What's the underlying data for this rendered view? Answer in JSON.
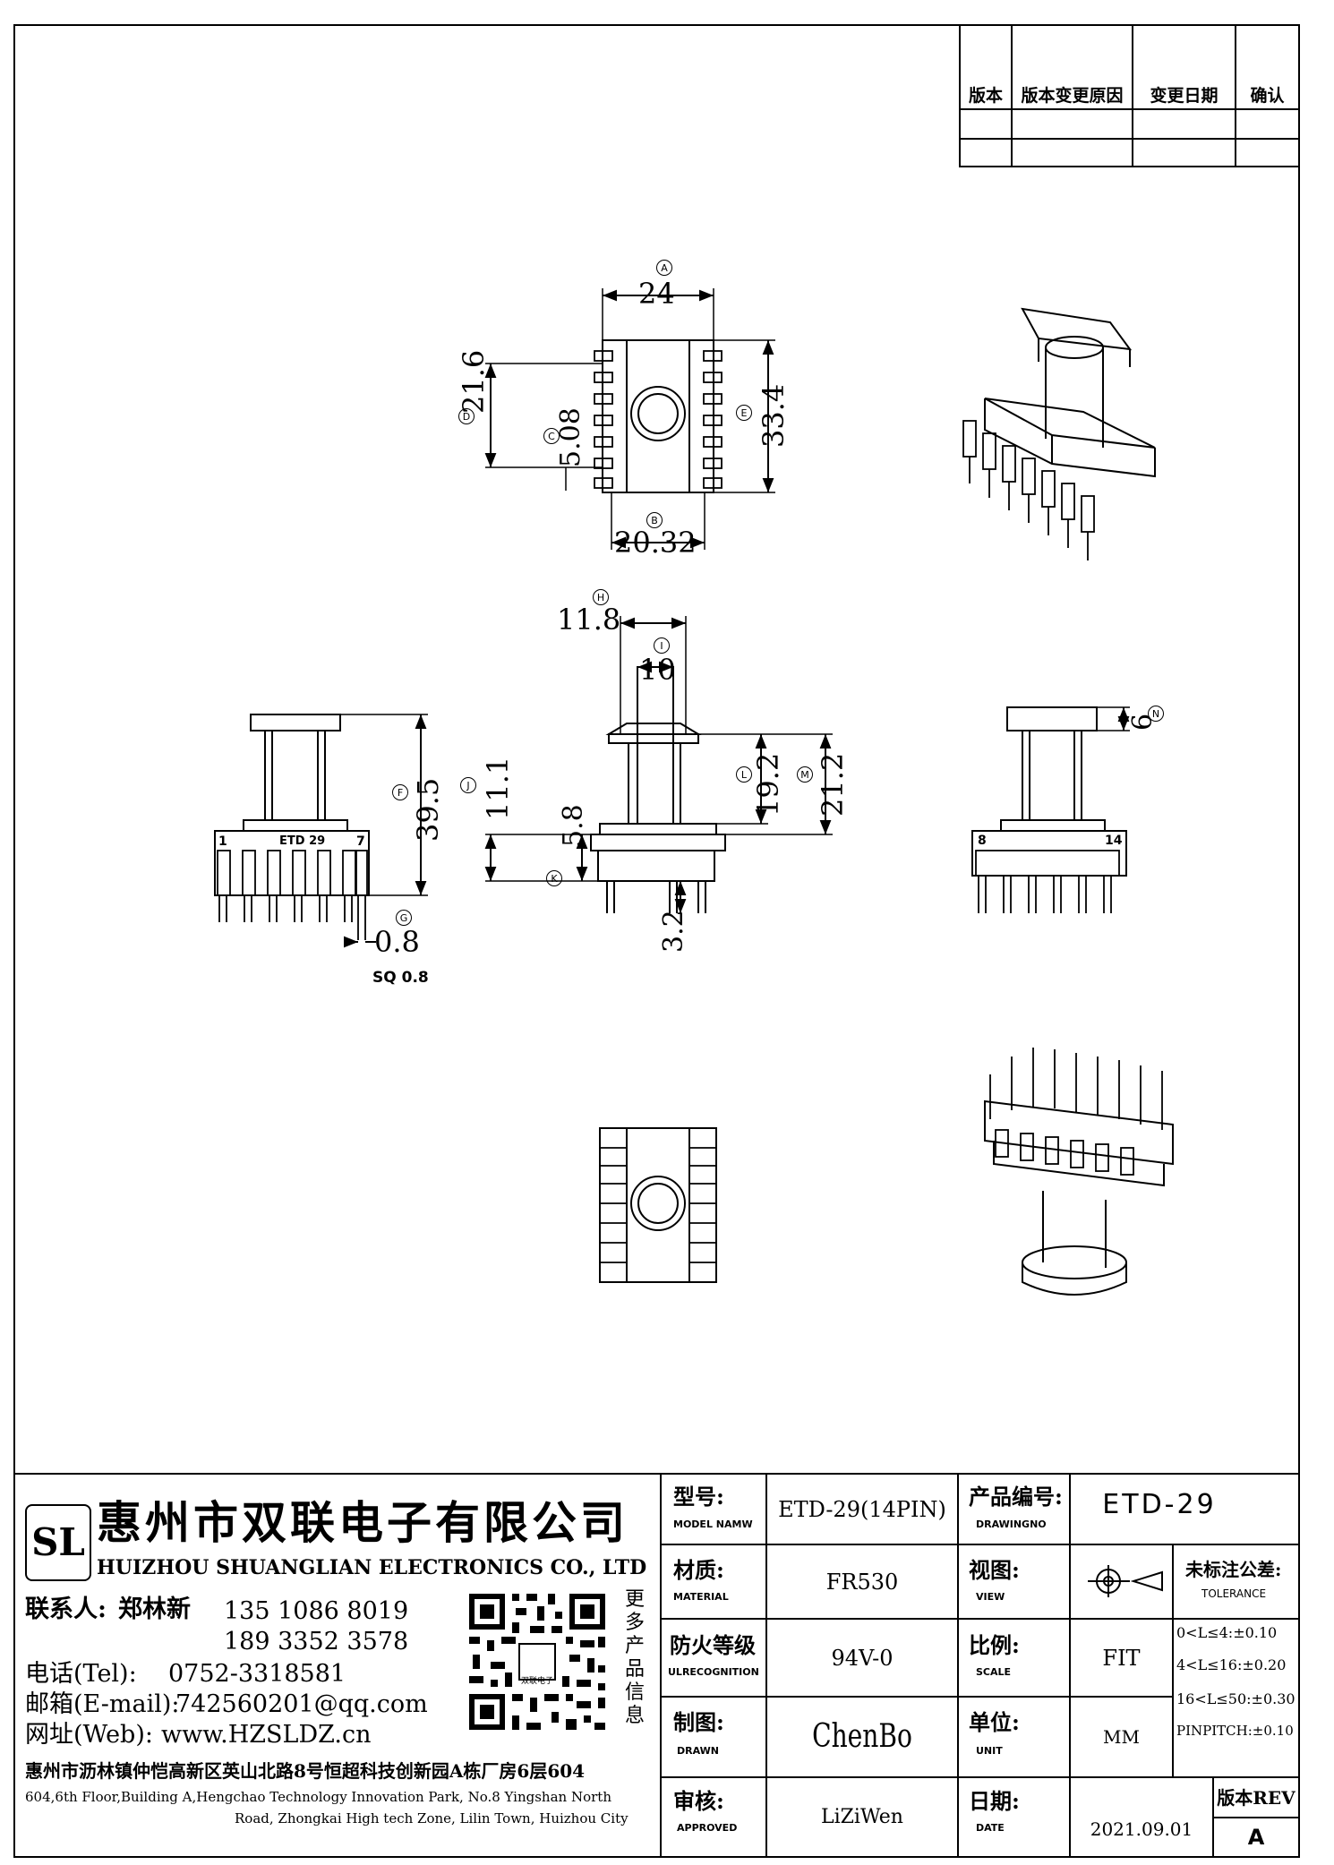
{
  "revision_table": {
    "headers": [
      "版本",
      "版本变更原因",
      "变更日期",
      "确认"
    ]
  },
  "dimensions": {
    "top_width": "24",
    "top_height": "21.6",
    "top_diameter": "5.08",
    "top_overall": "33.4",
    "top_pin_span": "20.32",
    "side_overall_height": "39.5",
    "pin_size": "0.8",
    "pin_square": "SQ 0.8",
    "front_flange_w": "11.8",
    "front_core_w": "10",
    "front_height": "11.1",
    "front_base": "5.8",
    "front_mid": "19.2",
    "front_total": "21.2",
    "pin_length": "3.2",
    "right_top": "6"
  },
  "balloons": {
    "a": "A",
    "b": "B",
    "c": "C",
    "d": "D",
    "e": "E",
    "f": "F",
    "g": "G",
    "h": "H",
    "i": "I",
    "j": "J",
    "k": "K",
    "l": "L",
    "m": "M",
    "n": "N"
  },
  "pin_labels": {
    "left_first": "1",
    "left_mid": "ETD 29",
    "left_last": "7",
    "right_first": "8",
    "right_last": "14"
  },
  "company": {
    "name_cn": "惠州市双联电子有限公司",
    "name_en": "HUIZHOU SHUANGLIAN ELECTRONICS CO., LTD",
    "logo_letters": "SL",
    "qr_caption": "双联电子",
    "more_info": [
      "更",
      "多",
      "产",
      "品",
      "信",
      "息"
    ],
    "contact_label": "联系人:",
    "contact_name": "郑林新",
    "phone1": "135 1086 8019",
    "phone2": "189 3352 3578",
    "tel_label": "电话(Tel):",
    "tel": "0752-3318581",
    "email_label": "邮箱(E-mail):",
    "email": "742560201@qq.com",
    "web_label": "网址(Web):",
    "web": "www.HZSLDZ.cn",
    "address_cn": "惠州市沥林镇仲恺高新区英山北路8号恒超科技创新园A栋厂房6层604",
    "address_en_1": "604,6th Floor,Building A,Hengchao Technology Innovation Park, No.8 Yingshan North",
    "address_en_2": "Road, Zhongkai High tech Zone, Lilin Town, Huizhou City"
  },
  "title_block": {
    "model_label": "型号:",
    "model_label_en": "MODEL NAMW",
    "model_value": "ETD-29(14PIN)",
    "drawingno_label": "产品编号:",
    "drawingno_label_en": "DRAWINGNO",
    "drawingno_value": "ETD-29",
    "material_label": "材质:",
    "material_label_en": "MATERIAL",
    "material_value": "FR530",
    "view_label": "视图:",
    "view_label_en": "VIEW",
    "tolerance_label": "未标注公差:",
    "tolerance_label_en": "TOLERANCE",
    "tolerances": [
      "0<L≤4:±0.10",
      "4<L≤16:±0.20",
      "16<L≤50:±0.30",
      "PINPITCH:±0.10"
    ],
    "flame_label": "防火等级",
    "flame_label_en": "ULRECOGNITION",
    "flame_value": "94V-0",
    "scale_label": "比例:",
    "scale_label_en": "SCALE",
    "scale_value": "FIT",
    "drawn_label": "制图:",
    "drawn_label_en": "DRAWN",
    "drawn_value": "ChenBo",
    "unit_label": "单位:",
    "unit_label_en": "UNIT",
    "unit_value": "MM",
    "approved_label": "审核:",
    "approved_label_en": "APPROVED",
    "approved_value": "LiZiWen",
    "date_label": "日期:",
    "date_label_en": "DATE",
    "date_value": "2021.09.01",
    "rev_label": "版本REV",
    "rev_value": "A"
  }
}
